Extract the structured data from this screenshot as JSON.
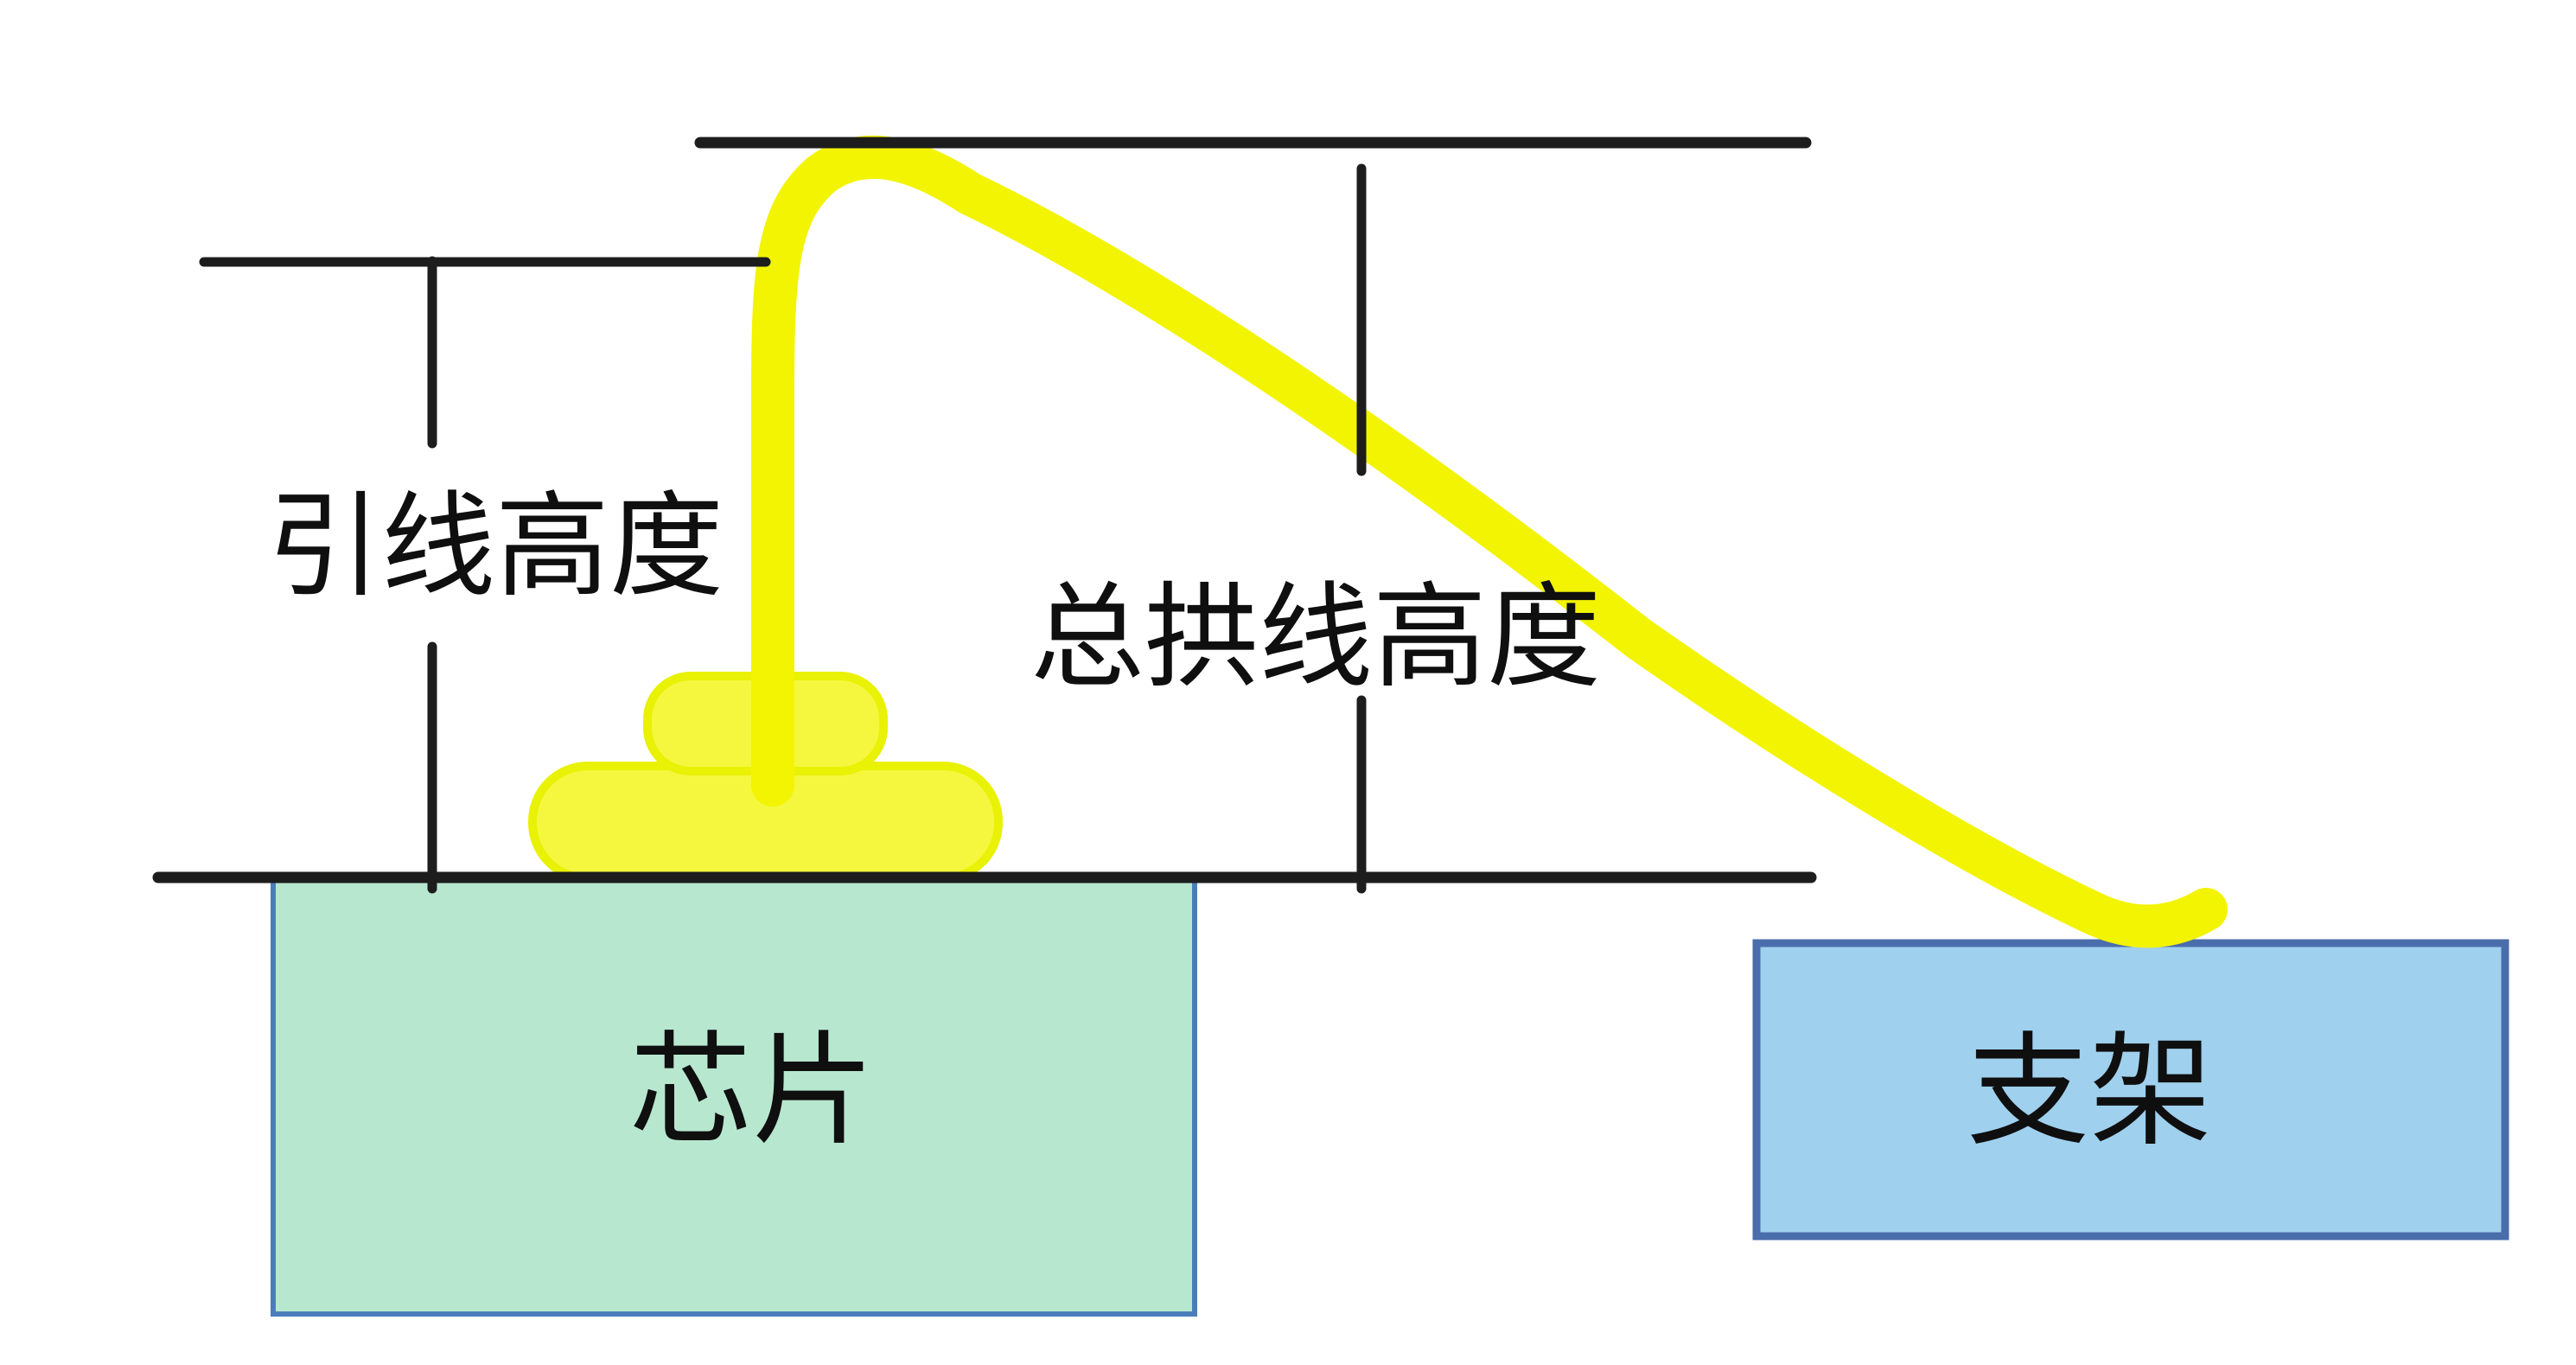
{
  "figure": {
    "type": "wire-bond-height-diagram",
    "background": "#ffffff",
    "labels": {
      "wire_height": "引线高度",
      "total_loop_height": "总拱线高度",
      "chip": "芯片",
      "support": "支架"
    },
    "colors": {
      "line_black": "#1d1d1d",
      "text_black": "#0f0f0f",
      "wire_yellow": "#f2f402",
      "ball_fill": "#f5f73e",
      "ball_stroke": "#e9f104",
      "chip_fill": "#b8e7d0",
      "chip_border": "#4a7ebb",
      "support_fill": "#9fd0ee",
      "support_border": "#4a6dab"
    }
  }
}
